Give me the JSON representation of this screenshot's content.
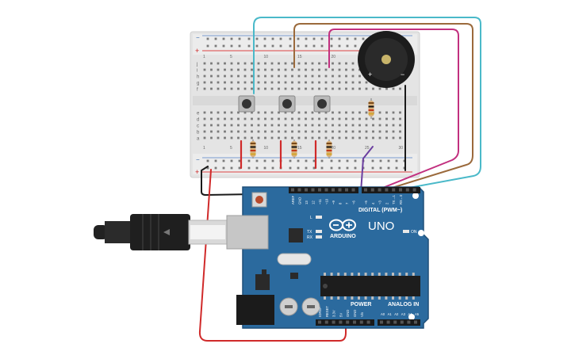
{
  "breadboard": {
    "rail_plus": "+",
    "rail_minus": "−",
    "row_letters_top": [
      "j",
      "i",
      "h",
      "g",
      "f"
    ],
    "row_letters_bottom": [
      "e",
      "d",
      "c",
      "b",
      "a"
    ],
    "column_numbers": [
      "1",
      "5",
      "10",
      "15",
      "20",
      "25",
      "30"
    ]
  },
  "buzzer": {
    "plus": "+",
    "minus": "−"
  },
  "arduino": {
    "brand": "ARDUINO",
    "model": "UNO",
    "digital_label": "DIGITAL (PWM~)",
    "analog_label": "ANALOG IN",
    "power_label": "POWER",
    "on_label": "ON",
    "led_l": "L",
    "led_tx": "TX",
    "led_rx": "RX",
    "top_pins": [
      "AREF",
      "GND",
      "13",
      "12",
      "~11",
      "~10",
      "~9",
      "8",
      "7",
      "~6",
      "~5",
      "4",
      "~3",
      "2",
      "TX→1",
      "RX←0"
    ],
    "power_pins": [
      "IOREF",
      "RESET",
      "3.3V",
      "5V",
      "GND",
      "GND",
      "Vin"
    ],
    "analog_pins": [
      "A0",
      "A1",
      "A2",
      "A3",
      "A4",
      "A5"
    ]
  },
  "colors": {
    "board": "#2b6a9e",
    "board_edge": "#1f4f78",
    "breadboard": "#e8e8e8",
    "wire_cyan": "#4ab9c9",
    "wire_brown": "#9b6a3c",
    "wire_magenta": "#c2307f",
    "wire_purple": "#6b3fa0",
    "wire_red": "#d02a2a",
    "wire_black": "#1a1a1a"
  }
}
